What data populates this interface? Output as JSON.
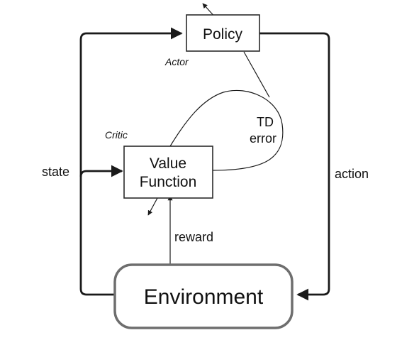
{
  "nodes": {
    "policy": "Policy",
    "value_function_line1": "Value",
    "value_function_line2": "Function",
    "environment": "Environment"
  },
  "roles": {
    "actor": "Actor",
    "critic": "Critic"
  },
  "edges": {
    "state": "state",
    "action": "action",
    "reward": "reward",
    "td_error_line1": "TD",
    "td_error_line2": "error"
  }
}
